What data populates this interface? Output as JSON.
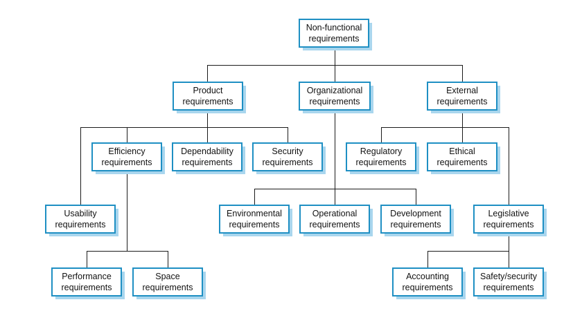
{
  "nodes": {
    "non_functional": {
      "line1": "Non-functional",
      "line2": "requirements"
    },
    "product": {
      "line1": "Product",
      "line2": "requirements"
    },
    "organizational": {
      "line1": "Organizational",
      "line2": "requirements"
    },
    "external": {
      "line1": "External",
      "line2": "requirements"
    },
    "efficiency": {
      "line1": "Efficiency",
      "line2": "requirements"
    },
    "dependability": {
      "line1": "Dependability",
      "line2": "requirements"
    },
    "security": {
      "line1": "Security",
      "line2": "requirements"
    },
    "usability": {
      "line1": "Usability",
      "line2": "requirements"
    },
    "performance": {
      "line1": "Performance",
      "line2": "requirements"
    },
    "space": {
      "line1": "Space",
      "line2": "requirements"
    },
    "environmental": {
      "line1": "Environmental",
      "line2": "requirements"
    },
    "operational": {
      "line1": "Operational",
      "line2": "requirements"
    },
    "development": {
      "line1": "Development",
      "line2": "requirements"
    },
    "regulatory": {
      "line1": "Regulatory",
      "line2": "requirements"
    },
    "ethical": {
      "line1": "Ethical",
      "line2": "requirements"
    },
    "legislative": {
      "line1": "Legislative",
      "line2": "requirements"
    },
    "accounting": {
      "line1": "Accounting",
      "line2": "requirements"
    },
    "safety_security": {
      "line1": "Safety/security",
      "line2": "requirements"
    }
  },
  "colors": {
    "box_border": "#1e8fc3",
    "box_shadow": "#a9d6ee",
    "connector": "#1a1a1a",
    "text": "#111111"
  }
}
